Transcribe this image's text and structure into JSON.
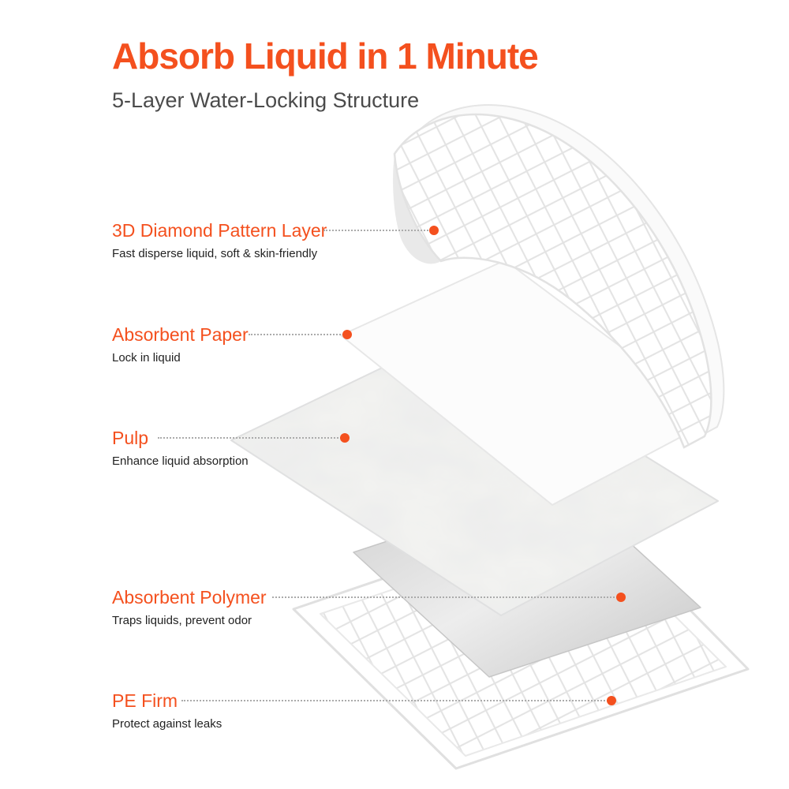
{
  "colors": {
    "accent": "#F4501E",
    "subtitle": "#4b4b4b",
    "text": "#222222",
    "leader": "#ababab"
  },
  "header": {
    "title": "Absorb Liquid in 1 Minute",
    "subtitle": "5-Layer Water-Locking Structure"
  },
  "layers": [
    {
      "label": "3D Diamond Pattern Layer",
      "description": "Fast disperse liquid, soft & skin-friendly"
    },
    {
      "label": "Absorbent Paper",
      "description": "Lock in liquid"
    },
    {
      "label": "Pulp",
      "description": "Enhance liquid absorption"
    },
    {
      "label": "Absorbent Polymer",
      "description": "Traps liquids,  prevent odor"
    },
    {
      "label": "PE Firm",
      "description": "Protect against leaks"
    }
  ],
  "illustration": {
    "layer_shapes": [
      "diamond-pattern-top-sheet",
      "absorbent-paper-sheet",
      "pulp-sheet",
      "absorbent-polymer-sheet",
      "pe-film-pad"
    ]
  }
}
